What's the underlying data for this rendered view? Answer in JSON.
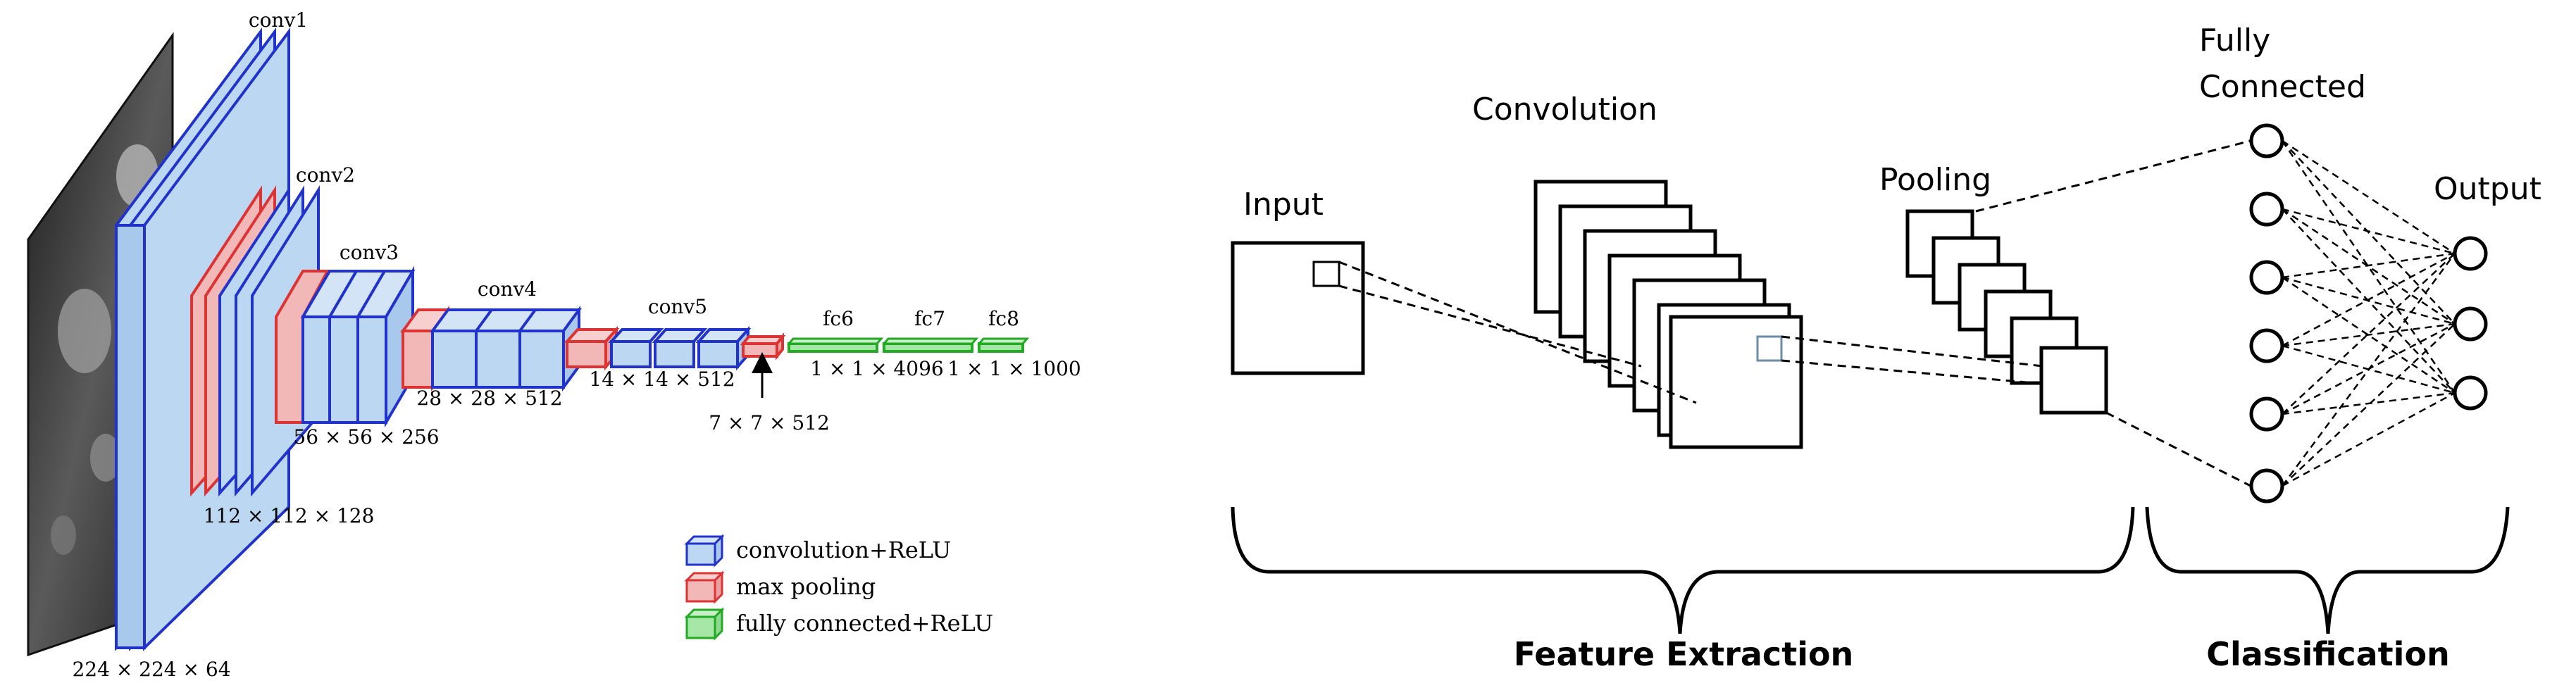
{
  "left_diagram": {
    "layers": {
      "conv1": "conv1",
      "conv2": "conv2",
      "conv3": "conv3",
      "conv4": "conv4",
      "conv5": "conv5",
      "fc6": "fc6",
      "fc7": "fc7",
      "fc8": "fc8"
    },
    "dims": {
      "d1": "224 × 224 × 64",
      "d2": "112 × 112 × 128",
      "d3": "56 × 56 × 256",
      "d4": "28 × 28 × 512",
      "d5": "14 × 14 × 512",
      "d6": "7 × 7 × 512",
      "d7": "1 × 1 × 4096",
      "d8": "1 × 1 × 1000"
    },
    "legend": [
      {
        "label": "convolution+ReLU",
        "color": "#bcd7f2",
        "stroke": "#2233cc"
      },
      {
        "label": "max pooling",
        "color": "#f2b8b8",
        "stroke": "#dd3333"
      },
      {
        "label": "fully connected+ReLU",
        "color": "#a6e6a6",
        "stroke": "#22aa22"
      }
    ],
    "colors": {
      "conv_fill": "#bcd7f2",
      "conv_stroke": "#2233cc",
      "pool_fill": "#f2b8b8",
      "pool_stroke": "#dd3333",
      "fc_fill": "#a6e6a6",
      "fc_stroke": "#22aa22"
    }
  },
  "right_diagram": {
    "input": "Input",
    "convolution": "Convolution",
    "pooling": "Pooling",
    "fully_connected_1": "Fully",
    "fully_connected_2": "Connected",
    "output": "Output",
    "feature_extraction": "Feature Extraction",
    "classification": "Classification"
  }
}
